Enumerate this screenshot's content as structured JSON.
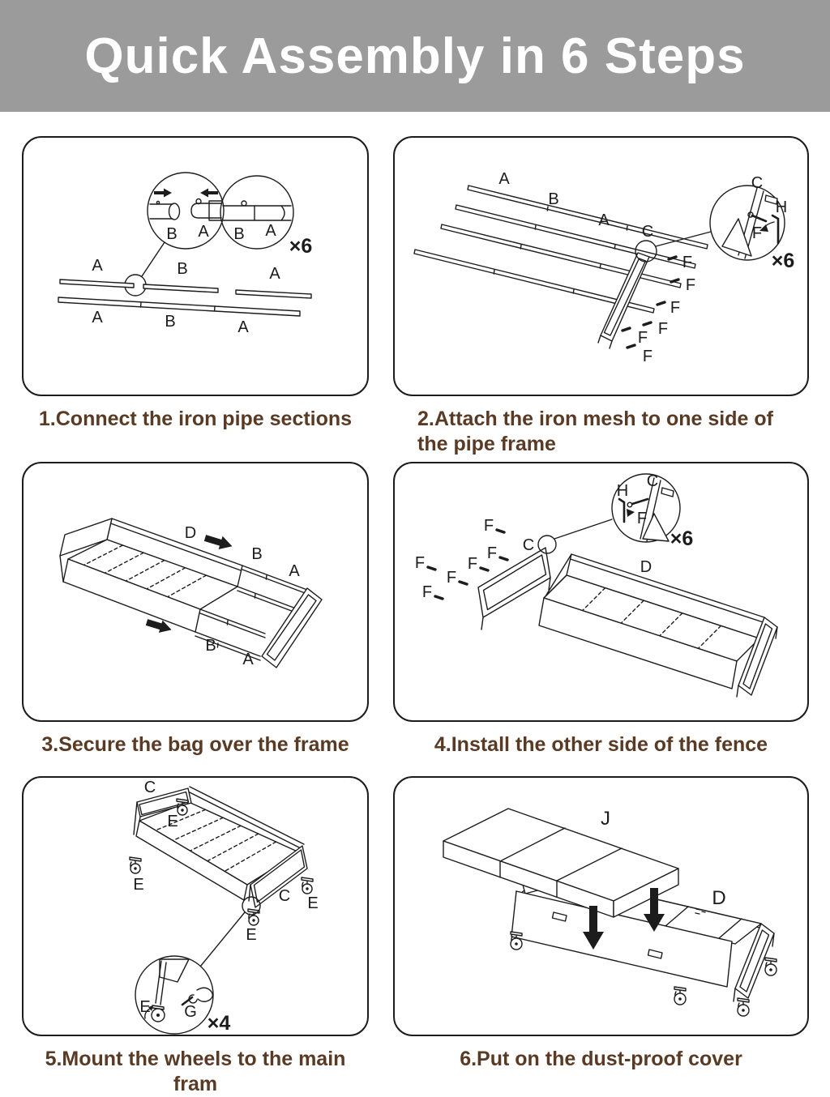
{
  "header": {
    "title": "Quick Assembly in 6 Steps"
  },
  "colors": {
    "header_bg": "#9b9b9b",
    "header_text": "#ffffff",
    "caption": "#5a3a23",
    "line": "#1c1c1c"
  },
  "steps": [
    {
      "caption": "1.Connect the iron pipe sections",
      "multiplier": "×6",
      "detail_left": {
        "b": "B",
        "a": "A"
      },
      "detail_right": {
        "b": "B",
        "a": "A"
      },
      "top_row": [
        "A",
        "B",
        "A"
      ],
      "bottom_row": [
        "A",
        "B",
        "A"
      ]
    },
    {
      "caption": "2.Attach the iron mesh to one side of the pipe frame",
      "pipe_labels": [
        "A",
        "B",
        "A"
      ],
      "mesh_label": "C",
      "screw_label": "F",
      "detail": {
        "corner": "C",
        "tool": "H",
        "screw": "F",
        "multiplier": "×6"
      }
    },
    {
      "caption": "3.Secure the bag over the frame",
      "bag_label": "D",
      "rail_top": {
        "b": "B",
        "a": "A"
      },
      "rail_bottom": {
        "b": "B",
        "a": "A"
      }
    },
    {
      "caption": "4.Install the other side of the fence",
      "mesh_label": "C",
      "frame_label": "D",
      "screw_label": "F",
      "detail": {
        "corner": "C",
        "tool": "H",
        "screw": "F",
        "multiplier": "×6"
      }
    },
    {
      "caption": "5.Mount the wheels to the main fram",
      "mesh_label_top": "C",
      "mesh_label_right": "C",
      "wheel_label": "E",
      "detail": {
        "wheel": "E",
        "tool": "G",
        "multiplier": "×4"
      }
    },
    {
      "caption": "6.Put on the dust-proof cover",
      "cover_label": "J",
      "frame_label": "D"
    }
  ]
}
